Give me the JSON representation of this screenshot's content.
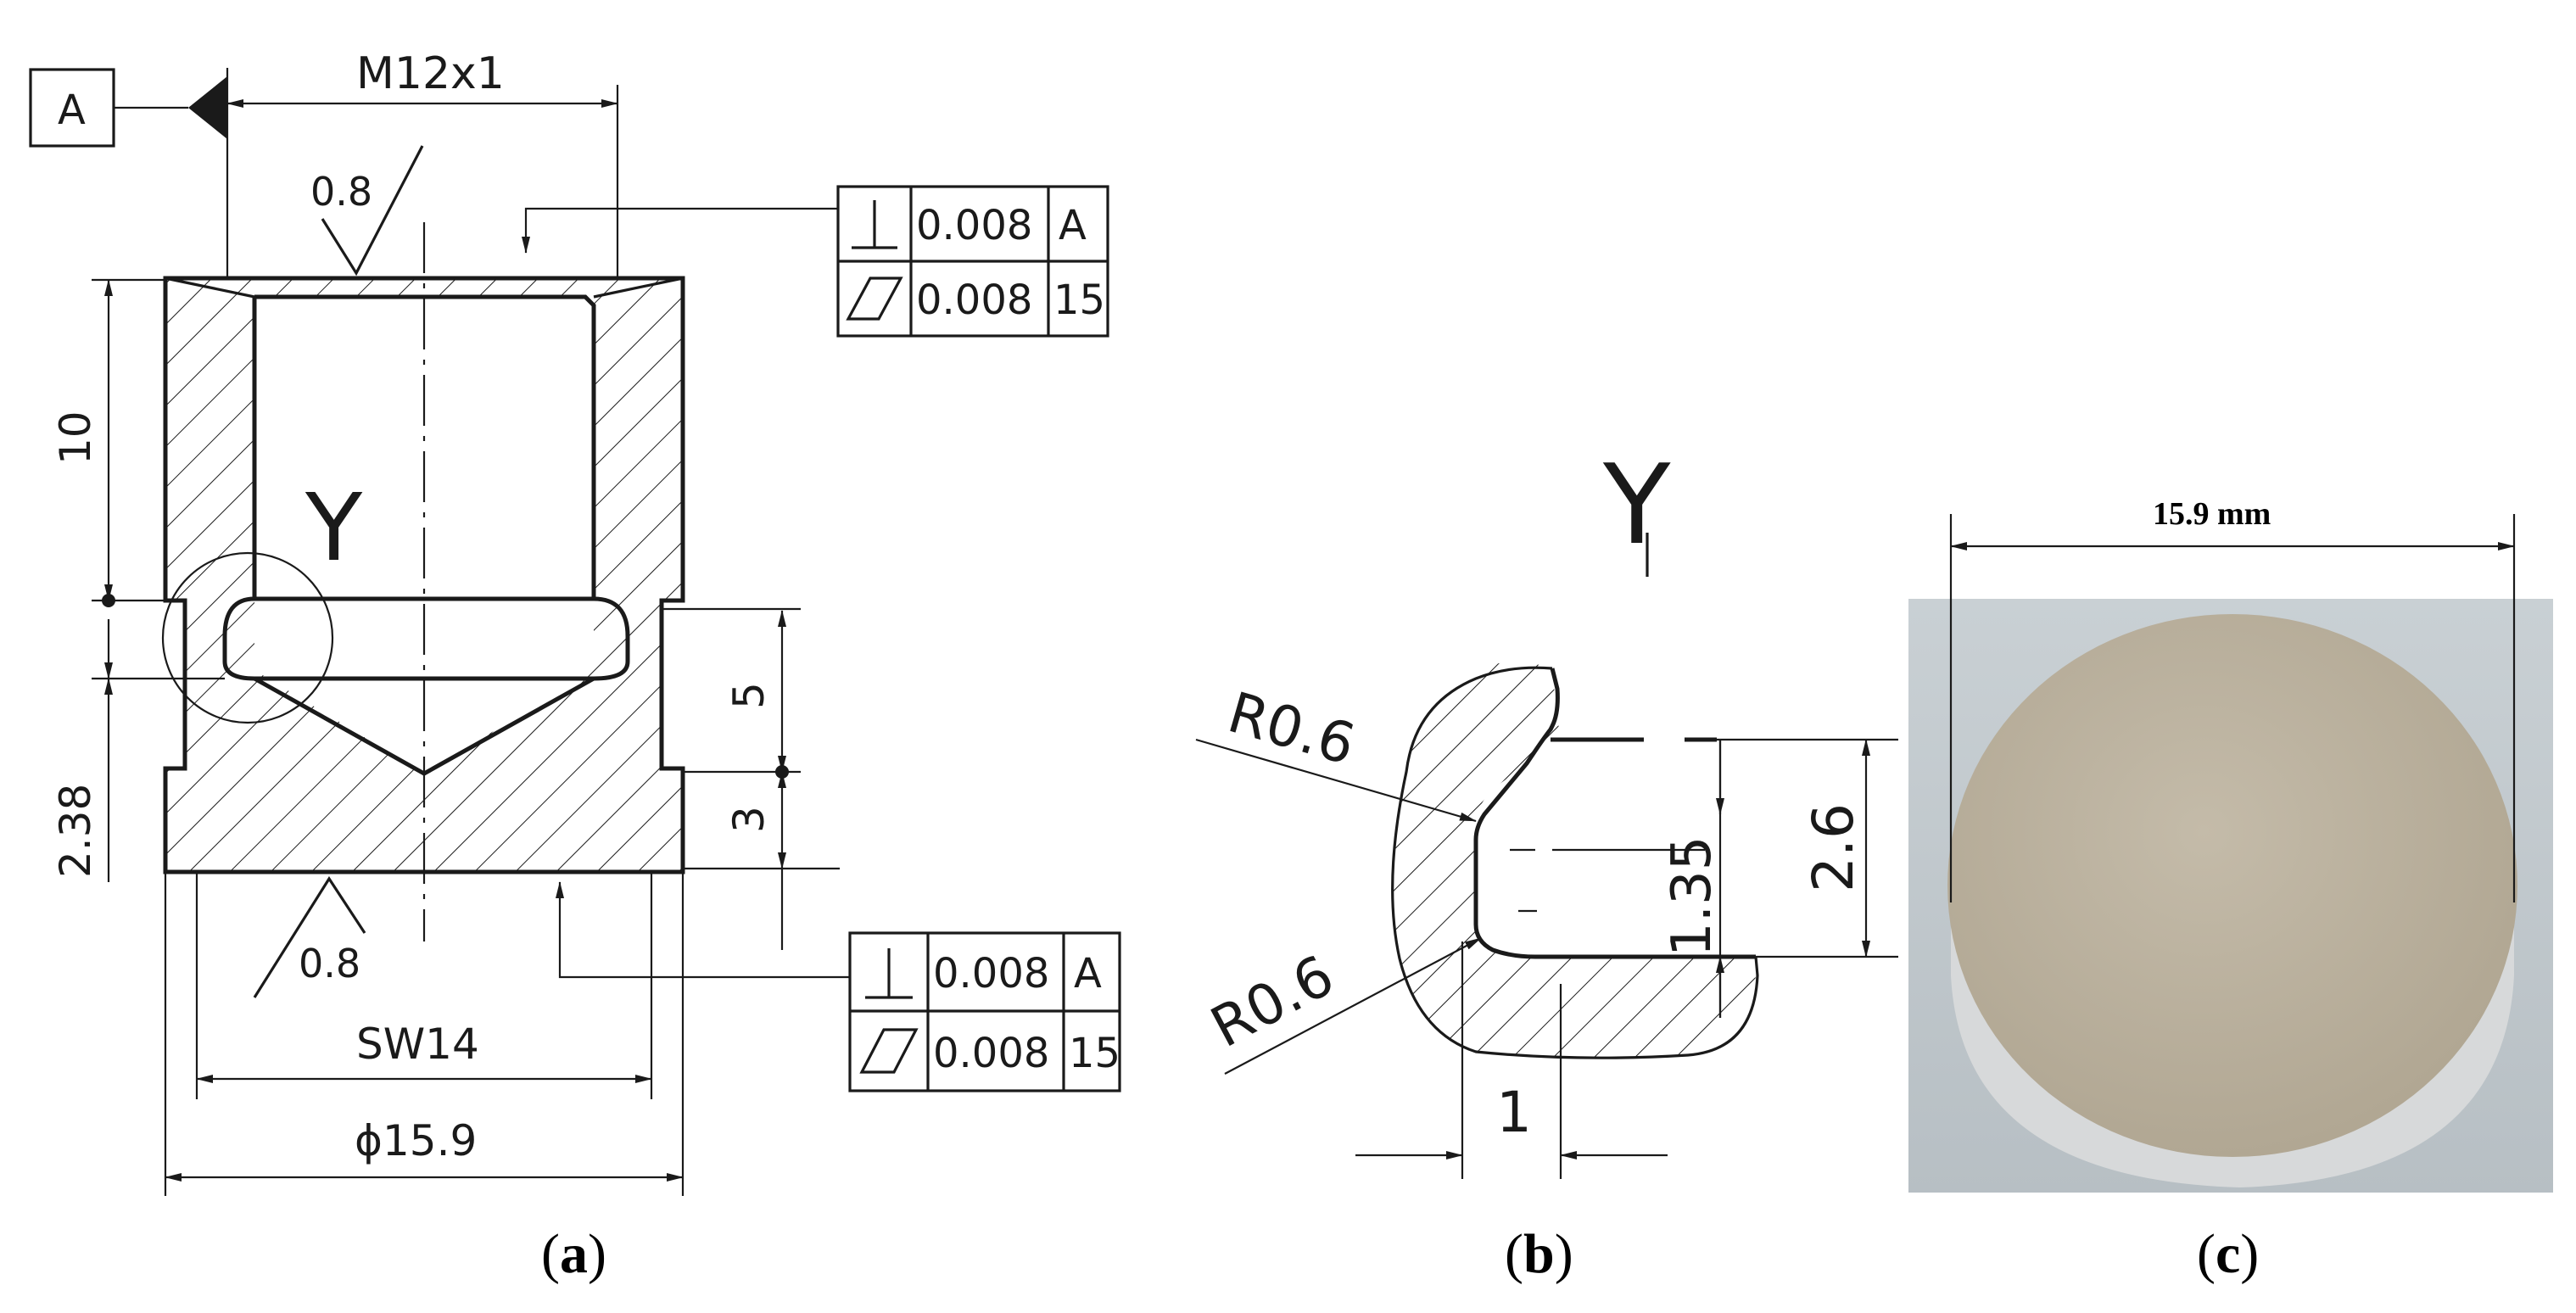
{
  "colors": {
    "ink": "#1a1a1a",
    "photo_background": "#bfc7cc",
    "disc_face": "#bdb3a0",
    "disc_side": "#d8dadb"
  },
  "panel_a": {
    "datum_label": "A",
    "thread_label": "M12x1",
    "roughness_top": "0.8",
    "roughness_bottom": "0.8",
    "detail_label": "Y",
    "dim_10": "10",
    "dim_2_38": "2.38",
    "dim_5": "5",
    "dim_3": "3",
    "dim_sw14": "SW14",
    "dim_diameter": "ϕ15.9",
    "tolerance_top": [
      {
        "symbol": "perpendicularity-icon",
        "value": "0.008",
        "ref": "A"
      },
      {
        "symbol": "flatness-icon",
        "value": "0.008",
        "ref": "15"
      }
    ],
    "tolerance_bottom": [
      {
        "symbol": "perpendicularity-icon",
        "value": "0.008",
        "ref": "A"
      },
      {
        "symbol": "flatness-icon",
        "value": "0.008",
        "ref": "15"
      }
    ],
    "caption_open": "(",
    "caption_letter": "a",
    "caption_close": ")"
  },
  "panel_b": {
    "detail_label": "Y",
    "radius_top": "R0.6",
    "radius_bottom": "R0.6",
    "dim_1_35": "1.35",
    "dim_2_6": "2.6",
    "dim_1": "1",
    "caption_open": "(",
    "caption_letter": "b",
    "caption_close": ")"
  },
  "panel_c": {
    "width_label": "15.9 mm",
    "caption_open": "(",
    "caption_letter": "c",
    "caption_close": ")"
  }
}
